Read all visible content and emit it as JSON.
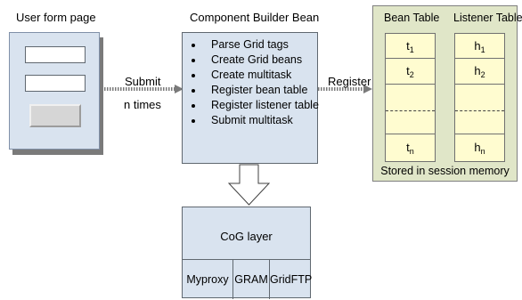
{
  "user_form": {
    "title": "User form page"
  },
  "component_builder": {
    "title": "Component Builder Bean",
    "items": [
      "Parse Grid tags",
      "Create Grid beans",
      "Create multitask",
      "Register bean table",
      "Register listener table",
      "Submit multitask"
    ]
  },
  "arrows": {
    "submit_line1": "Submit",
    "submit_line2": "n times",
    "register": "Register"
  },
  "session": {
    "bean_table_title": "Bean Table",
    "listener_table_title": "Listener Table",
    "bean_cells": [
      {
        "base": "t",
        "sub": "1"
      },
      {
        "base": "t",
        "sub": "2"
      },
      {
        "base": "t",
        "sub": "n"
      }
    ],
    "listener_cells": [
      {
        "base": "h",
        "sub": "1"
      },
      {
        "base": "h",
        "sub": "2"
      },
      {
        "base": "h",
        "sub": "n"
      }
    ],
    "caption": "Stored in session memory"
  },
  "cog": {
    "title": "CoG layer",
    "components": [
      "Myproxy",
      "GRAM",
      "GridFTP"
    ]
  }
}
